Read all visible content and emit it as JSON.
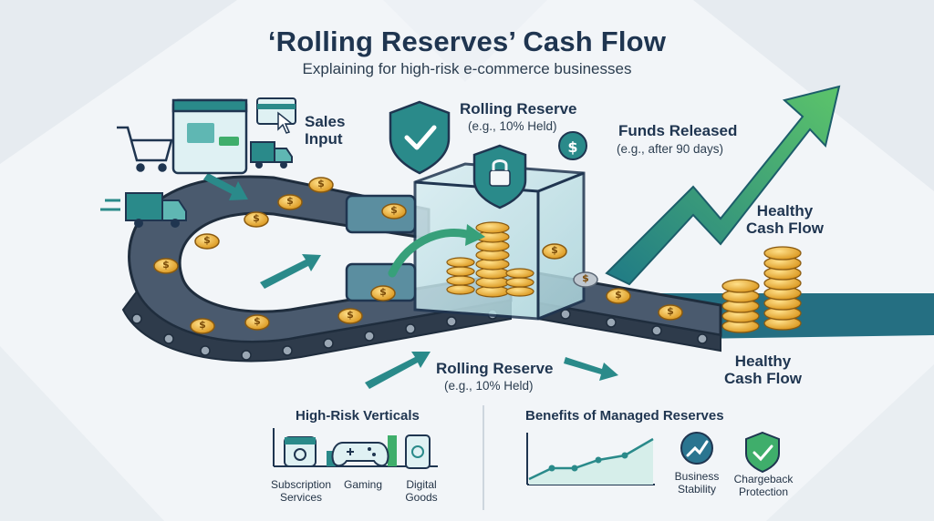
{
  "header": {
    "title": "‘Rolling Reserves’ Cash Flow",
    "subtitle": "Explaining for high-risk e-commerce businesses"
  },
  "diagram": {
    "sales_input": "Sales\nInput",
    "rolling_reserve_top": {
      "title": "Rolling Reserve",
      "detail": "(e.g., 10% Held)"
    },
    "funds_released": {
      "title": "Funds Released",
      "detail": "(e.g., after 90 days)"
    },
    "healthy_cash_flow_top": "Healthy\nCash Flow",
    "healthy_cash_flow_bottom": "Healthy\nCash Flow",
    "rolling_reserve_bottom": {
      "title": "Rolling Reserve",
      "detail": "(e.g., 10% Held)"
    },
    "coin_symbol": "$"
  },
  "panels": {
    "verticals": {
      "title": "High-Risk Verticals",
      "items": [
        "Subscription\nServices",
        "Gaming",
        "Digital\nGoods"
      ]
    },
    "benefits": {
      "title": "Benefits of Managed Reserves",
      "items": [
        "Business\nStability",
        "Chargeback\nProtection"
      ]
    }
  },
  "colors": {
    "navy": "#1f3550",
    "teal": "#2a8a8a",
    "green": "#3fae6b",
    "gold": "#e7a82a",
    "belt": "#3a4a5c"
  },
  "icons": [
    "shopping-cart-icon",
    "browser-window-icon",
    "payment-card-icon",
    "delivery-truck-icon",
    "shield-check-icon",
    "padlock-icon",
    "dollar-icon",
    "gamepad-icon",
    "tablet-icon",
    "trend-icon"
  ]
}
